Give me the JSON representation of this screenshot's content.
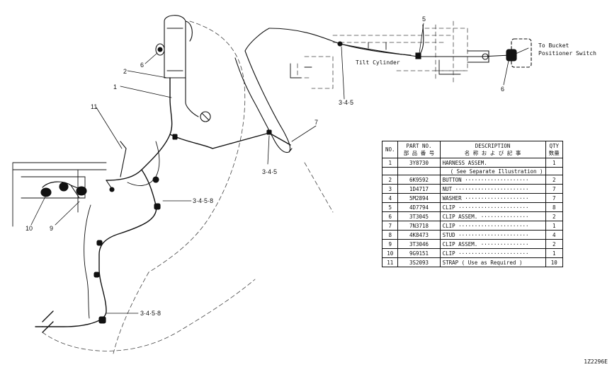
{
  "diagram": {
    "callouts": {
      "c1": "1",
      "c2": "2",
      "c5": "5",
      "c6a": "6",
      "c6b": "6",
      "c7": "7",
      "c9": "9",
      "c10": "10",
      "c11": "11",
      "c345a": "3·4·5",
      "c345b": "3·4·5",
      "c3458a": "3·4·5·8",
      "c3458b": "3·4·5·8"
    },
    "labels": {
      "tilt_cylinder": "Tilt Cylinder",
      "to_bucket_1": "To Bucket",
      "to_bucket_2": "Positioner Switch"
    }
  },
  "table": {
    "headers": {
      "no": "NO.",
      "part_no_1": "PART NO.",
      "part_no_2": "部 品 番 号",
      "desc_1": "DESCRIPTION",
      "desc_2": "名 称 お よ び 記 事",
      "qty_1": "QTY",
      "qty_2": "数量"
    },
    "rows": [
      {
        "no": "1",
        "part": "3Y8730",
        "desc": "HARNESS ASSEM.",
        "qty": "1"
      },
      {
        "no": "",
        "part": "",
        "desc": "( See Separate Illustration )",
        "qty": ""
      },
      {
        "no": "2",
        "part": "6K9592",
        "desc": "BUTTON ····················",
        "qty": "2"
      },
      {
        "no": "3",
        "part": "1D4717",
        "desc": "NUT ·······················",
        "qty": "7"
      },
      {
        "no": "4",
        "part": "5M2894",
        "desc": "WASHER ····················",
        "qty": "7"
      },
      {
        "no": "5",
        "part": "4D7794",
        "desc": "CLIP ······················",
        "qty": "8"
      },
      {
        "no": "6",
        "part": "3T3045",
        "desc": "CLIP ASSEM. ···············",
        "qty": "2"
      },
      {
        "no": "7",
        "part": "7N3718",
        "desc": "CLIP ······················",
        "qty": "1"
      },
      {
        "no": "8",
        "part": "4K8473",
        "desc": "STUD ······················",
        "qty": "4"
      },
      {
        "no": "9",
        "part": "3T3046",
        "desc": "CLIP ASSEM. ···············",
        "qty": "2"
      },
      {
        "no": "10",
        "part": "9G9151",
        "desc": "CLIP ······················",
        "qty": "1"
      },
      {
        "no": "11",
        "part": "3S2093",
        "desc": "STRAP ( Use as Required )",
        "qty": "10"
      }
    ]
  },
  "figure_id": "1Z2296E"
}
